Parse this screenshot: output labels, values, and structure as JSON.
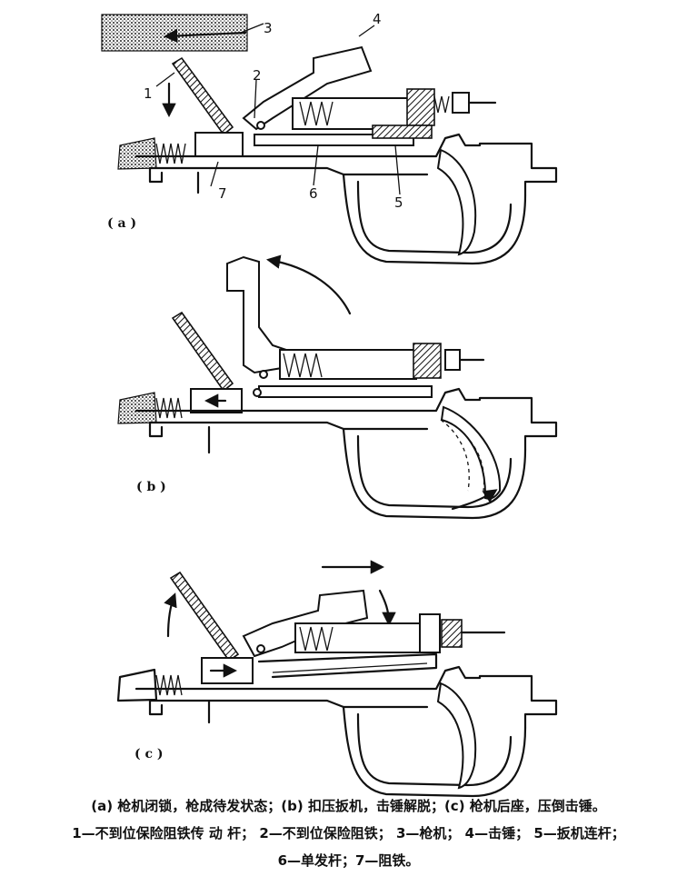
{
  "callouts": {
    "c1": "1",
    "c2": "2",
    "c3": "3",
    "c4": "4",
    "c5": "5",
    "c6": "6",
    "c7": "7"
  },
  "panels": {
    "a": "( a )",
    "b": "( b )",
    "c": "( c )"
  },
  "caption": {
    "line1": "(a) 枪机闭锁，枪成待发状态；(b) 扣压扳机，击锤解脱；(c) 枪机后座，压倒击锤。",
    "line2": "1—不到位保险阻铁传 动 杆；  2—不到位保险阻铁；  3—枪机；  4—击锤；  5—扳机连杆；",
    "line3": "6—单发杆；7—阻铁。"
  }
}
